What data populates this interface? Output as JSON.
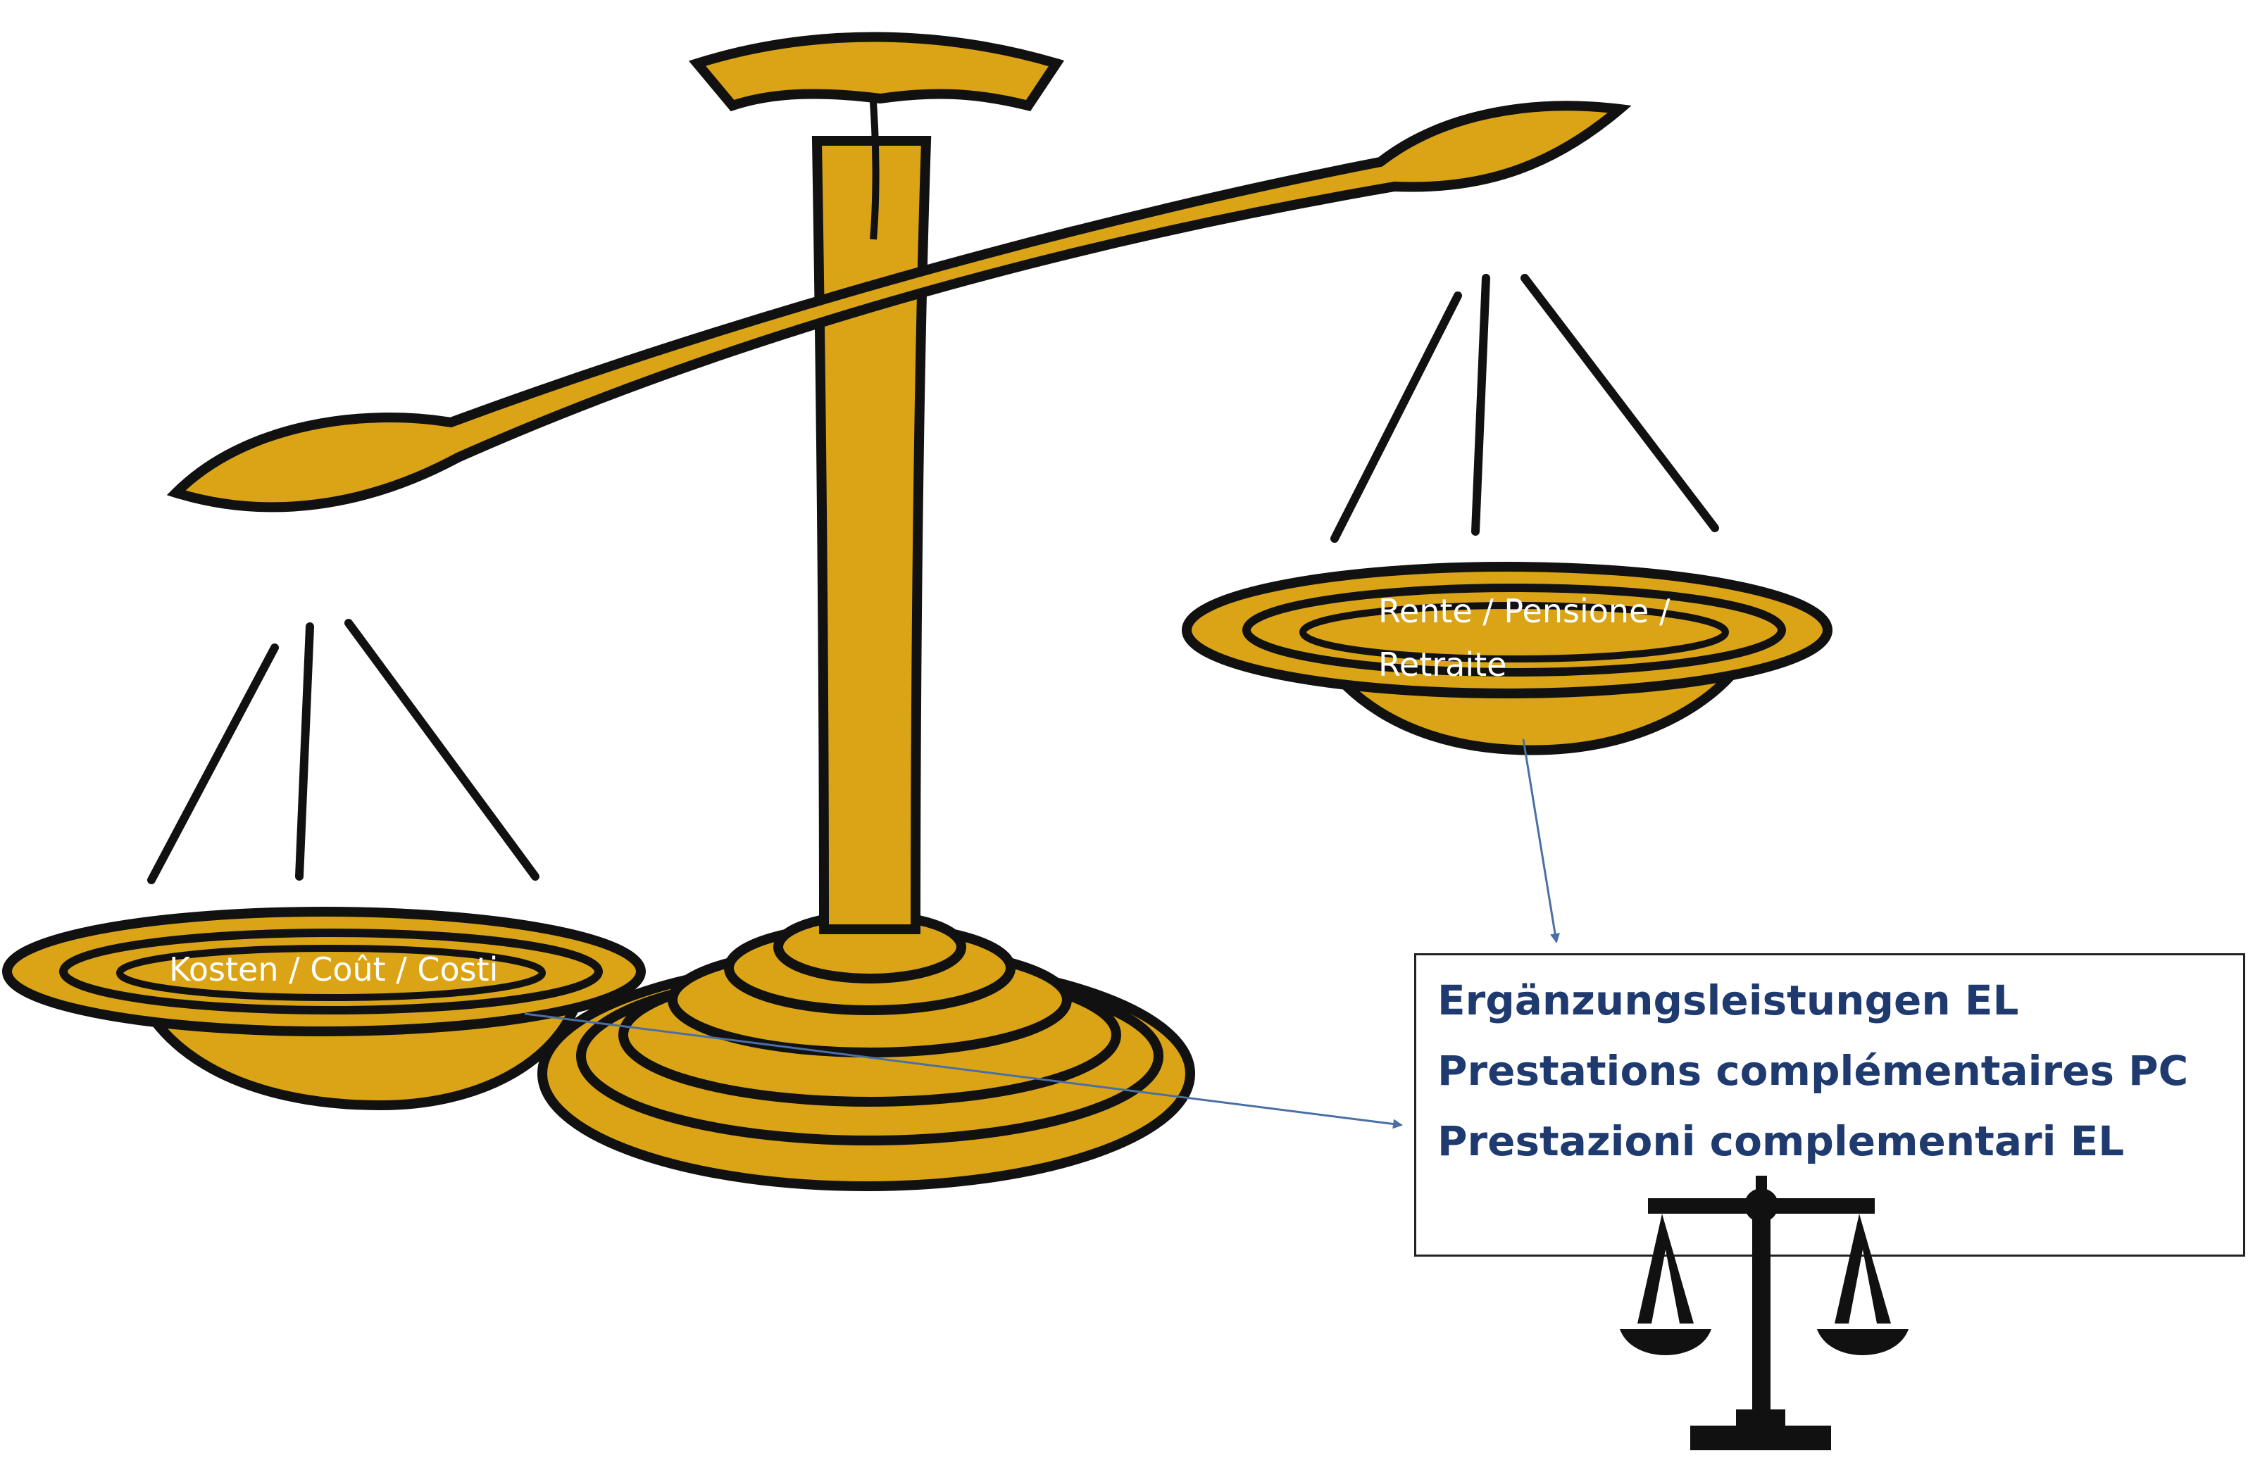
{
  "labels": {
    "left_pan": "Kosten / Coût / Costi",
    "right_pan_line1": "Rente / Pensione /",
    "right_pan_line2": "Retraite"
  },
  "box": {
    "lines": [
      "Ergänzungsleistungen EL",
      "Prestations complémentaires PC",
      "Prestazioni complementari EL"
    ]
  },
  "colors": {
    "gold": "#DAA416",
    "outline": "#111111",
    "arrow": "#4a6fa5",
    "box_text": "#1f3a6e",
    "pan_label": "#ffffff"
  },
  "icons": {
    "large_scale": "balance-scale-icon",
    "small_scale": "balance-scale-icon"
  }
}
